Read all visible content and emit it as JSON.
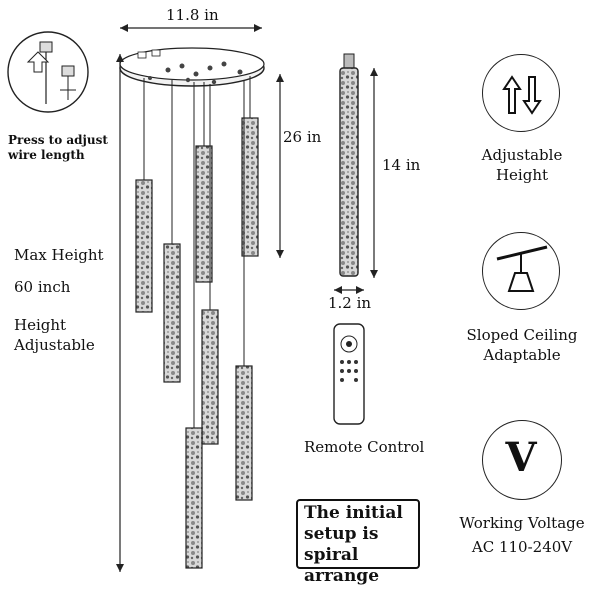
{
  "dimensions": {
    "top_width": "11.8 in",
    "drop_length": "26 in",
    "pendant_length": "14 in",
    "pendant_width": "1.2 in"
  },
  "inset": {
    "caption_line1": "Press to adjust",
    "caption_line2": "wire length"
  },
  "left_notes": {
    "max_height_label": "Max Height",
    "max_height_value": "60 inch",
    "adjustable_line1": "Height",
    "adjustable_line2": "Adjustable"
  },
  "remote": {
    "label": "Remote Control"
  },
  "note": {
    "line1": "The initial",
    "line2": "setup is",
    "line3": "spiral arrange"
  },
  "features": [
    {
      "icon": "up-down-arrows-icon",
      "line1": "Adjustable",
      "line2": "Height"
    },
    {
      "icon": "sloped-ceiling-lamp-icon",
      "line1": "Sloped Ceiling",
      "line2": "Adaptable"
    },
    {
      "icon": "voltage-v-icon",
      "glyph": "V",
      "line1": "Working Voltage",
      "line2": "AC 110-240V"
    }
  ]
}
